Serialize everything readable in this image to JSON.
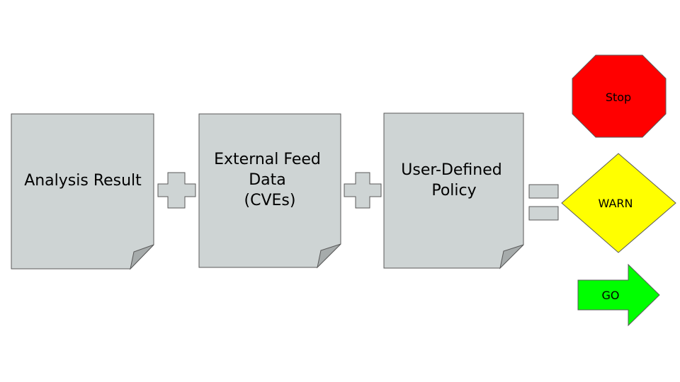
{
  "documents": [
    {
      "lines": [
        "Analysis Result"
      ]
    },
    {
      "lines": [
        "External Feed",
        "Data",
        "(CVEs)"
      ]
    },
    {
      "lines": [
        "User-Defined",
        "Policy"
      ]
    }
  ],
  "operators": [
    "+",
    "+",
    "="
  ],
  "outcomes": {
    "stop": {
      "label": "Stop",
      "color": "#ff0000"
    },
    "warn": {
      "label": "WARN",
      "color": "#ffff00"
    },
    "go": {
      "label": "GO",
      "color": "#00ff00"
    }
  },
  "colors": {
    "document_fill": "#ced4d4",
    "outline": "#595959"
  }
}
